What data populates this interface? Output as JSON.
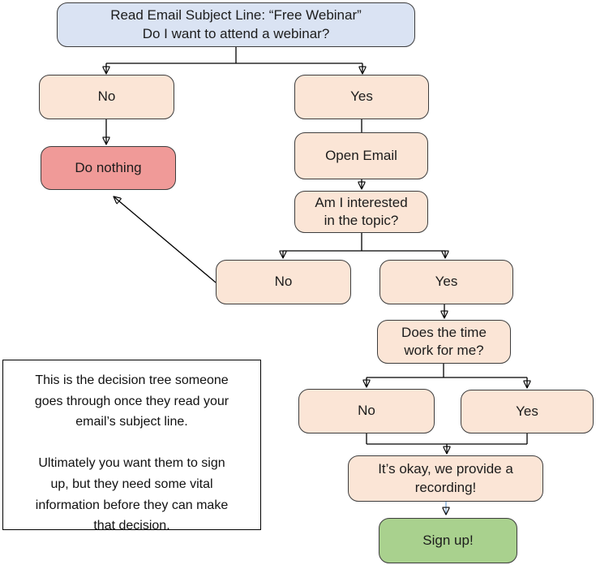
{
  "colors": {
    "start_fill": "#dae3f3",
    "option_fill": "#fbe5d6",
    "stop_fill": "#f09a98",
    "go_fill": "#a9d18e",
    "outline": "#3d3d3d",
    "connector": "#000000",
    "highlight_arrow": "#7ba7d7",
    "note_fill": "#ffffff"
  },
  "nodes": {
    "start": {
      "label": "Read Email Subject Line: “Free Webinar”\nDo I want to attend a webinar?"
    },
    "no1": {
      "label": "No"
    },
    "yes1": {
      "label": "Yes"
    },
    "do_nothing": {
      "label": "Do nothing"
    },
    "open_email": {
      "label": "Open Email"
    },
    "interested": {
      "label": "Am I interested\nin the topic?"
    },
    "no2": {
      "label": "No"
    },
    "yes2": {
      "label": "Yes"
    },
    "time": {
      "label": "Does the time\nwork for me?"
    },
    "no3": {
      "label": "No"
    },
    "yes3": {
      "label": "Yes"
    },
    "recording": {
      "label": "It’s okay, we provide a\nrecording!"
    },
    "signup": {
      "label": "Sign up!"
    }
  },
  "note": {
    "text": "This is the decision tree someone\ngoes through once they read your\nemail’s subject line.\n\nUltimately you want them to sign\nup, but they need some vital\ninformation before they can make\nthat decision."
  }
}
